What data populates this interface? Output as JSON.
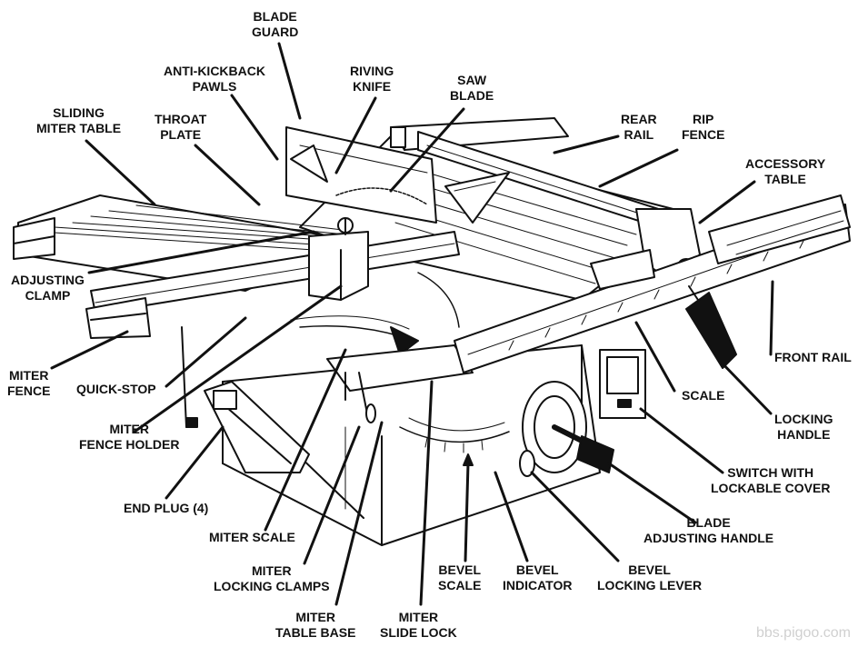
{
  "labels": {
    "blade_guard": [
      "BLADE",
      "GUARD"
    ],
    "anti_kickback_pawls": [
      "ANTI-KICKBACK",
      "PAWLS"
    ],
    "riving_knife": [
      "RIVING",
      "KNIFE"
    ],
    "saw_blade": [
      "SAW",
      "BLADE"
    ],
    "rear_rail": [
      "REAR",
      "RAIL"
    ],
    "rip_fence": [
      "RIP",
      "FENCE"
    ],
    "accessory_table": [
      "ACCESSORY",
      "TABLE"
    ],
    "sliding_miter_table": [
      "SLIDING",
      "MITER TABLE"
    ],
    "throat_plate": [
      "THROAT",
      "PLATE"
    ],
    "adjusting_clamp": [
      "ADJUSTING",
      "CLAMP"
    ],
    "front_rail": [
      "FRONT RAIL"
    ],
    "miter_fence": [
      "MITER",
      "FENCE"
    ],
    "quick_stop": [
      "QUICK-STOP"
    ],
    "scale": [
      "SCALE"
    ],
    "locking_handle": [
      "LOCKING",
      "HANDLE"
    ],
    "miter_fence_holder": [
      "MITER",
      "FENCE HOLDER"
    ],
    "switch_with_lockable_cover": [
      "SWITCH WITH",
      "LOCKABLE COVER"
    ],
    "end_plug": [
      "END PLUG (4)"
    ],
    "blade_adjusting_handle": [
      "BLADE",
      "ADJUSTING HANDLE"
    ],
    "miter_scale": [
      "MITER SCALE"
    ],
    "miter_locking_clamps": [
      "MITER",
      "LOCKING CLAMPS"
    ],
    "bevel_scale": [
      "BEVEL",
      "SCALE"
    ],
    "bevel_indicator": [
      "BEVEL",
      "INDICATOR"
    ],
    "bevel_locking_lever": [
      "BEVEL",
      "LOCKING LEVER"
    ],
    "miter_table_base": [
      "MITER",
      "TABLE BASE"
    ],
    "miter_slide_lock": [
      "MITER",
      "SLIDE LOCK"
    ]
  },
  "watermark": "bbs.pigoo.com"
}
